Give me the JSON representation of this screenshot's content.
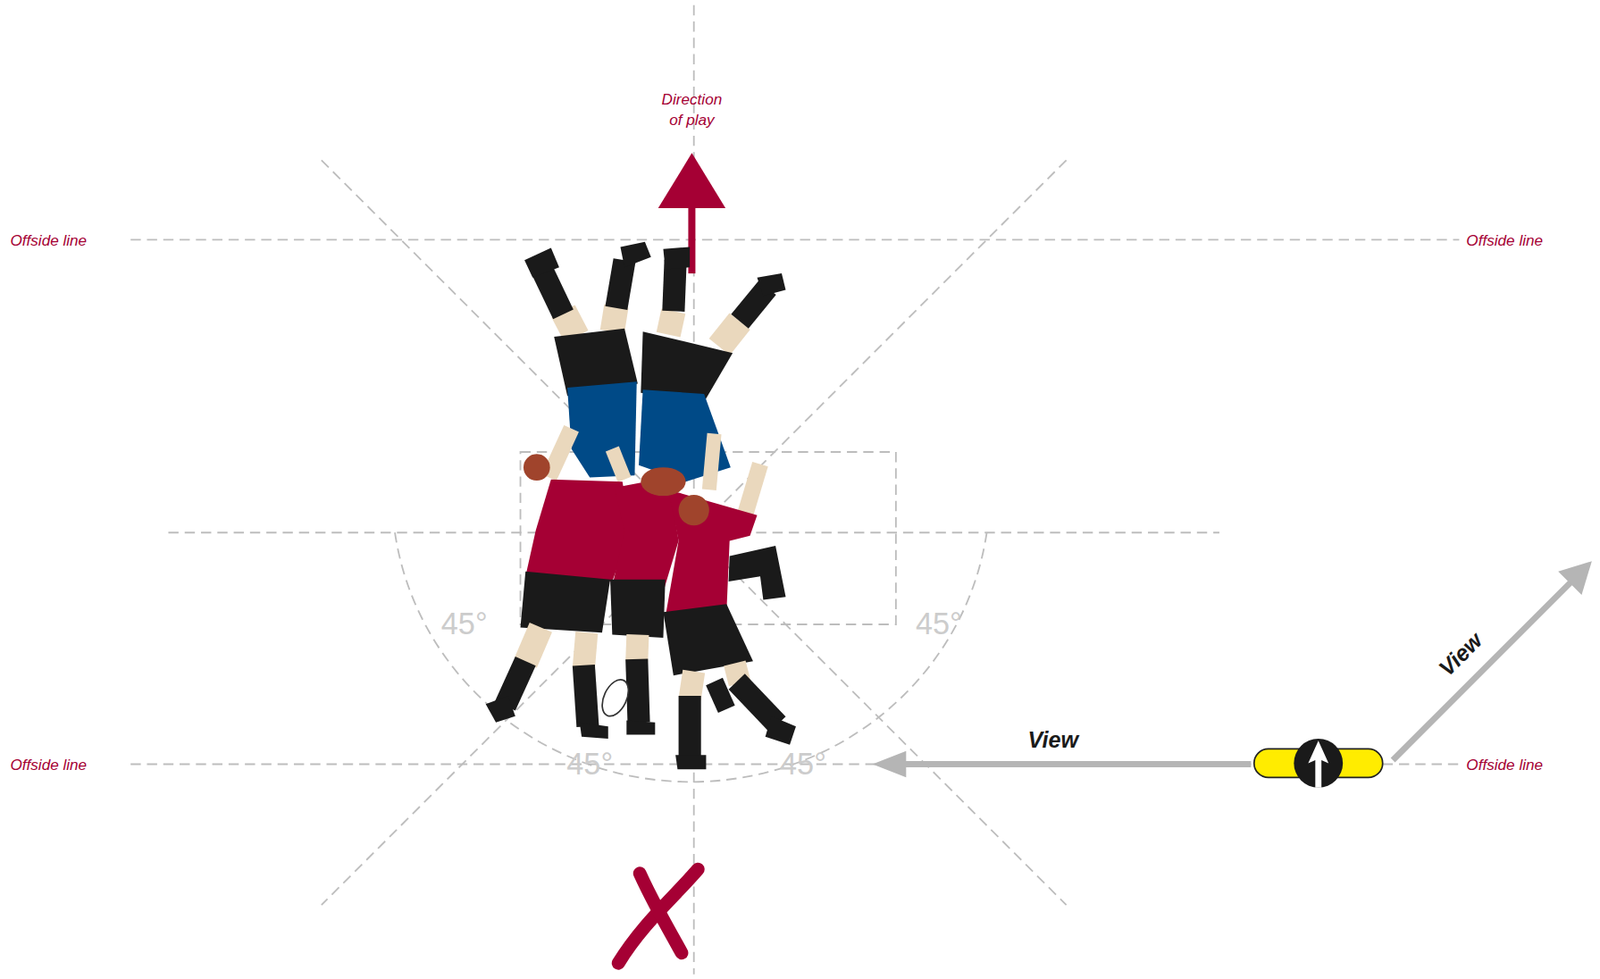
{
  "diagram": {
    "labels": [
      "Direction of play",
      "Offside line",
      "Offside line",
      "45°",
      "45°",
      "Offside line",
      "45°",
      "45°",
      "View",
      "View",
      "Offside line"
    ]
  }
}
